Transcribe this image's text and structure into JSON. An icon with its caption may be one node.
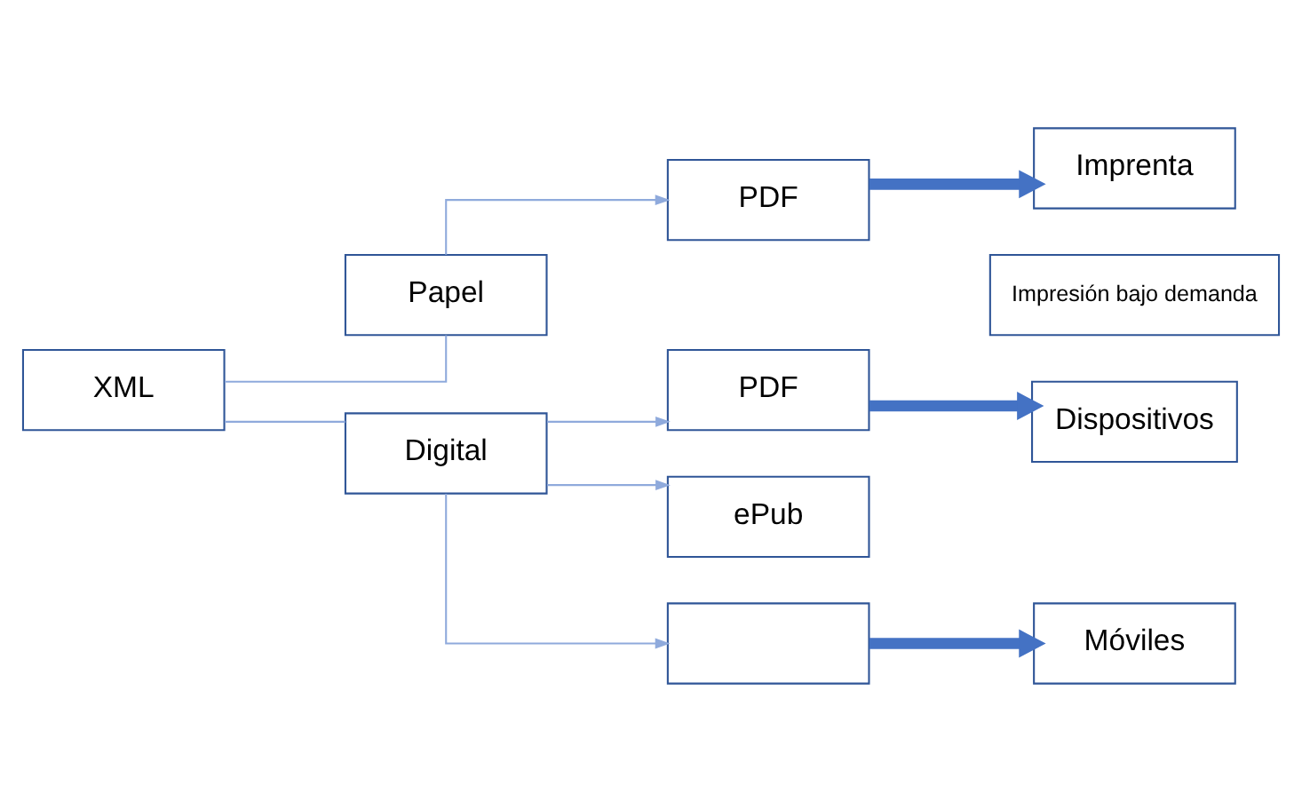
{
  "diagram": {
    "nodes": [
      {
        "text": [
          "XML"
        ]
      },
      {
        "text": [
          "Papel"
        ]
      },
      {
        "text": [
          "Digital"
        ]
      },
      {
        "text": [
          "PDF"
        ]
      },
      {
        "text": [
          "Imprenta"
        ]
      },
      {
        "text": [
          "Impresión bajo demanda"
        ]
      },
      {
        "text": [
          "PDF"
        ]
      },
      {
        "text": [
          "ePub"
        ]
      },
      {
        "text": [],
        "shape": "box"
      },
      {
        "text": [
          "Dispositivos"
        ]
      },
      {
        "text": [
          "Móviles"
        ]
      }
    ],
    "edges": [
      {
        "from": 0,
        "to": 1,
        "arrow": "none"
      },
      {
        "from": 0,
        "to": 2,
        "arrow": "none"
      },
      {
        "from": 1,
        "to": 3,
        "arrow": "to"
      },
      {
        "from": 3,
        "to": 4,
        "arrow": "to",
        "style": "thick",
        "color": "#4472c4"
      },
      {
        "from": 2,
        "to": 6,
        "arrow": "to"
      },
      {
        "from": 2,
        "to": 7,
        "arrow": "to"
      },
      {
        "from": 2,
        "to": 8,
        "arrow": "to"
      },
      {
        "from": 6,
        "to": 9,
        "arrow": "to",
        "style": "thick",
        "color": "#4472c4"
      },
      {
        "from": 8,
        "to": 10,
        "arrow": "to",
        "style": "thick",
        "color": "#4472c4"
      }
    ]
  }
}
